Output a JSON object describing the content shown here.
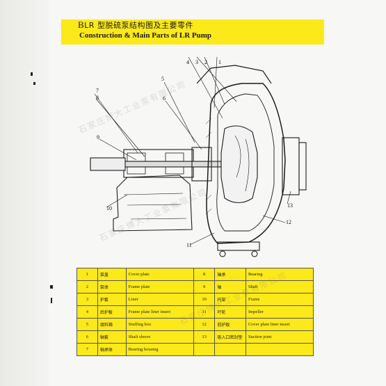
{
  "title": {
    "prefix": "B",
    "cn_rest": "LR 型脱硫泵结构图及主要零件",
    "en": "Construction & Main Parts of  LR Pump"
  },
  "callouts": [
    "1",
    "2",
    "3",
    "4",
    "5",
    "6",
    "7",
    "8",
    "9",
    "10",
    "11",
    "12",
    "13"
  ],
  "parts": [
    {
      "no": "1",
      "cn": "泵盖",
      "en": "Cover plate"
    },
    {
      "no": "2",
      "cn": "泵体",
      "en": "Frame plate"
    },
    {
      "no": "3",
      "cn": "护套",
      "en": "Liner"
    },
    {
      "no": "4",
      "cn": "后护板",
      "en": "Frame plate liner insert"
    },
    {
      "no": "5",
      "cn": "填料箱",
      "en": "Stuffing box"
    },
    {
      "no": "6",
      "cn": "轴套",
      "en": "Shaft sleeve"
    },
    {
      "no": "7",
      "cn": "轴承体",
      "en": "Bearing housing"
    },
    {
      "no": "8",
      "cn": "轴承",
      "en": "Bearing"
    },
    {
      "no": "9",
      "cn": "轴",
      "en": "Shaft"
    },
    {
      "no": "10",
      "cn": "托架",
      "en": "Frame"
    },
    {
      "no": "11",
      "cn": "叶轮",
      "en": "Impeller"
    },
    {
      "no": "12",
      "cn": "前护板",
      "en": "Cover plate  liner insert"
    },
    {
      "no": "13",
      "cn": "吸入口密封垫",
      "en": "Suction joint"
    }
  ],
  "watermark": "石家庄博大工业泵有限公司"
}
